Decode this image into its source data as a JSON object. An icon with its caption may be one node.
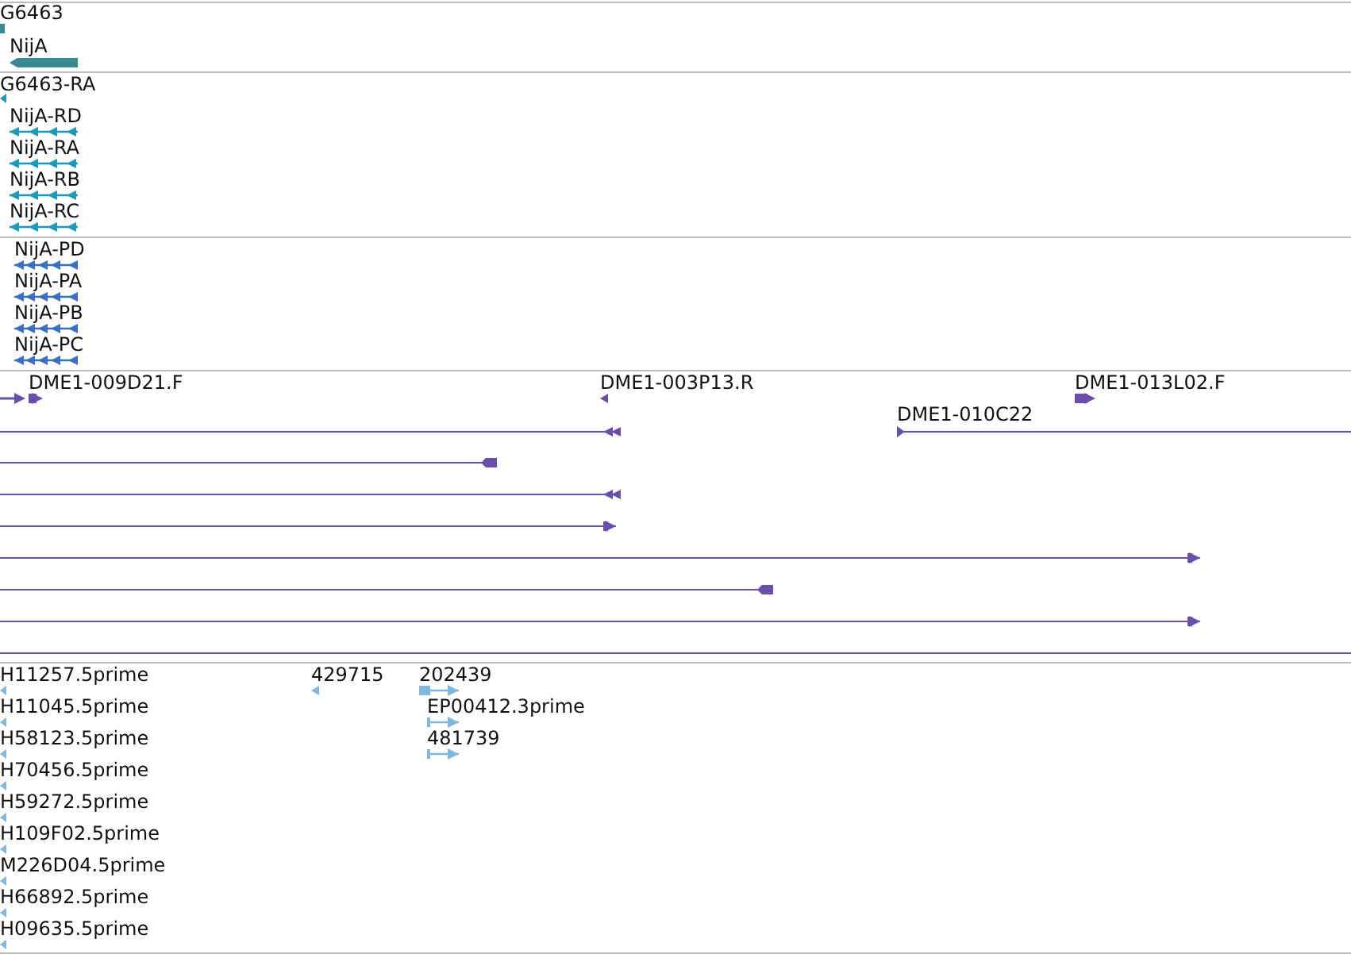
{
  "diagram": {
    "labels": [
      "G6463",
      "NijA",
      "G6463-RA",
      "NijA-RD",
      "NijA-RA",
      "NijA-RB",
      "NijA-RC",
      "NijA-PD",
      "NijA-PA",
      "NijA-PB",
      "NijA-PC",
      "DME1-009D21.F",
      "DME1-003P13.R",
      "DME1-013L02.F",
      "DME1-010C22",
      "H11257.5prime",
      "429715",
      "202439",
      "H11045.5prime",
      "EP00412.3prime",
      "H58123.5prime",
      "481739",
      "H70456.5prime",
      "H59272.5prime",
      "H109F02.5prime",
      "M226D04.5prime",
      "H66892.5prime",
      "H09635.5prime"
    ]
  }
}
